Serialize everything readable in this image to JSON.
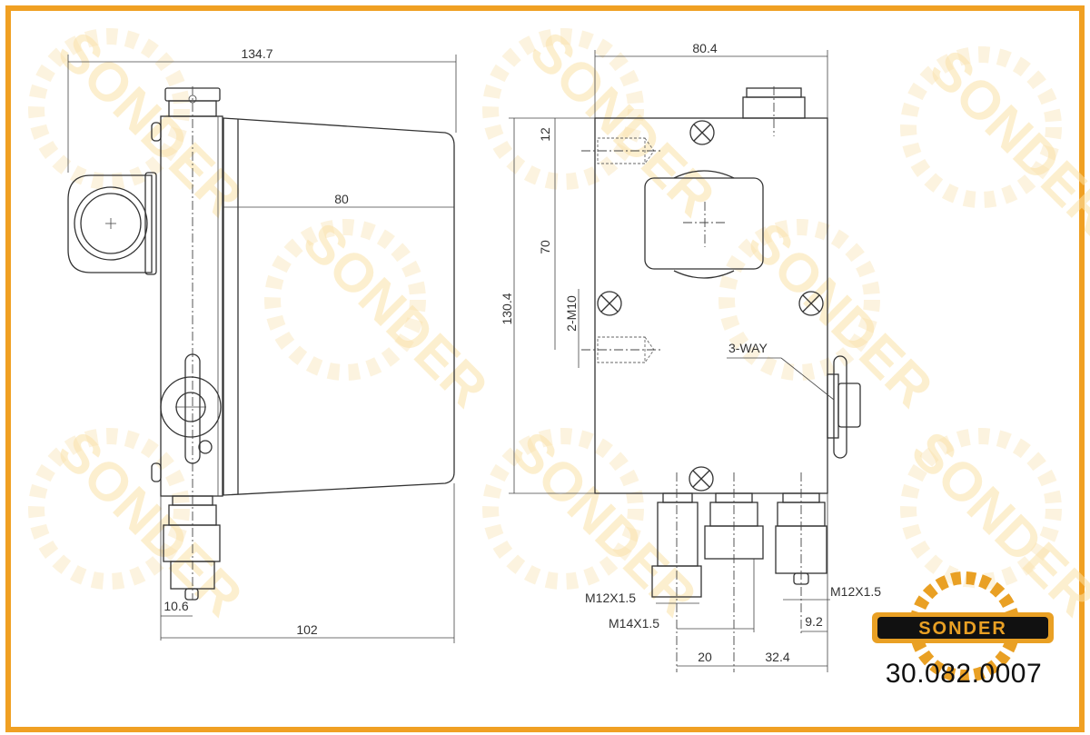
{
  "watermark": {
    "text": "SONDER"
  },
  "logo": {
    "text": "SONDER",
    "color_outer": "#e9a024",
    "color_inner": "#111111"
  },
  "part_number": "30.082.0007",
  "frame_color": "#f0a023",
  "side_view": {
    "dims": {
      "overall_width": "134.7",
      "tank_depth": "80",
      "bottom_width": "102",
      "fitting_offset": "10.6"
    }
  },
  "front_view": {
    "dims": {
      "width": "80.4",
      "height": "130.4",
      "top_offset": "12",
      "hole_spacing": "70",
      "thread_holes": "2-M10",
      "port_spacing_a": "20",
      "port_spacing_b": "32.4",
      "port_offset": "9.2"
    },
    "labels": {
      "valve": "3-WAY",
      "port_left": "M12X1.5",
      "port_mid": "M14X1.5",
      "port_right": "M12X1.5"
    }
  }
}
